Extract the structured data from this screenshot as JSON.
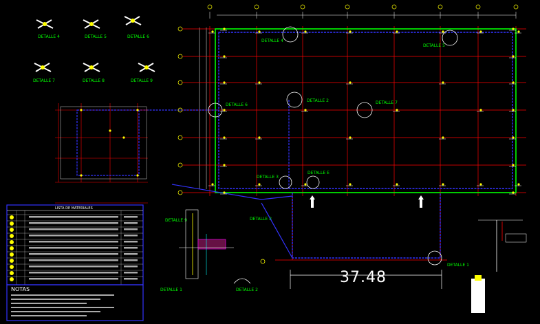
{
  "detail_labels": {
    "detalle_1": "DETALLE 1",
    "detalle_2": "DETALLE 2",
    "detalle_3": "DETALLE 3",
    "detalle_4": "DETALLE 4",
    "detalle_5": "DETALLE 5",
    "detalle_6": "DETALLE 6",
    "detalle_7": "DETALLE 7",
    "detalle_8": "DETALLE 8",
    "detalle_9": "DETALLE 9",
    "detalle_e": "DETALLE E"
  },
  "top_details": {
    "d4": "DETALLE 4",
    "d5": "DETALLE 5",
    "d6": "DETALLE 6",
    "d7": "DETALLE 7",
    "d8": "DETALLE 8",
    "d9": "DETALLE 9"
  },
  "table": {
    "title": "LISTA DE MATERIALES"
  },
  "notes": {
    "title": "NOTAS"
  },
  "bottom": {
    "detalle_1": "DETALLE 1",
    "detalle_2": "DETALLE 2",
    "dimension": "37.48"
  },
  "colors": {
    "grid": "#ff0000",
    "boundary": "#00ff00",
    "conductor": "#0000ff",
    "marker": "#ffff00",
    "text": "#00ff00"
  }
}
